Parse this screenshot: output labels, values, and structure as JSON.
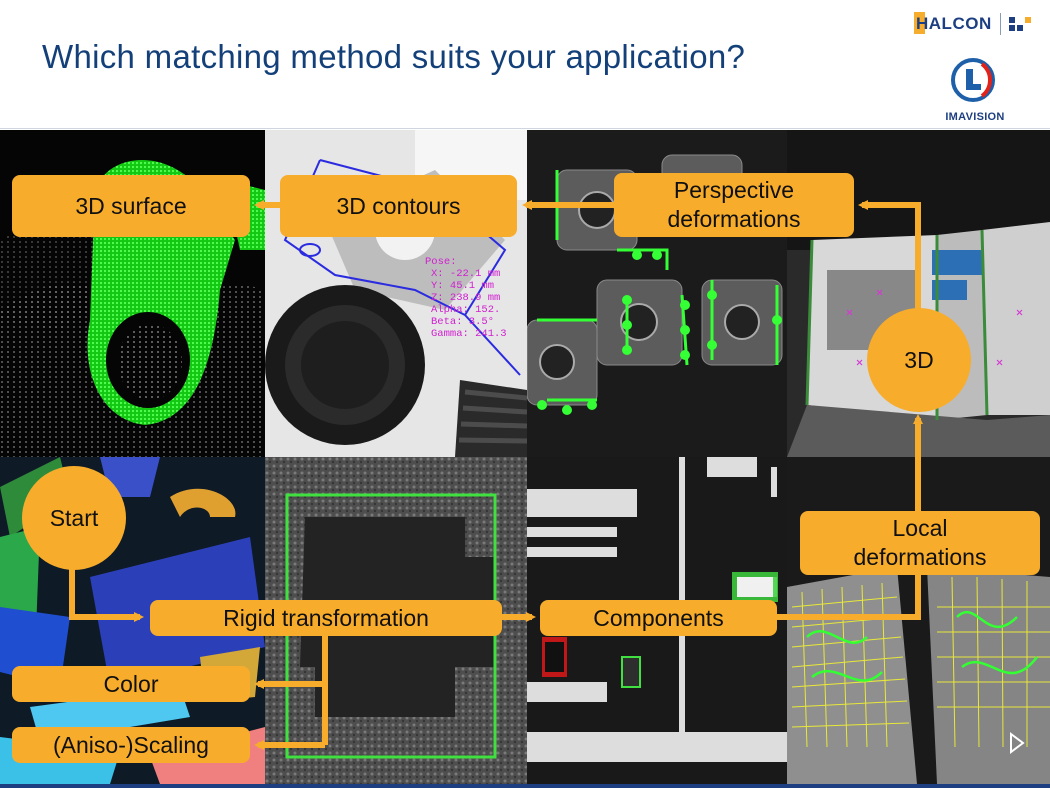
{
  "title": "Which matching method suits your application?",
  "logos": {
    "halcon": "HALCON",
    "imavision": "IMAVISION"
  },
  "colors": {
    "accent": "#f7ac2c",
    "title": "#14407a",
    "brand": "#1d3f82",
    "detection": "#2bff2b"
  },
  "photos": {
    "surface": "3D point cloud of a part with matched green points",
    "contours": "bright part with blue matched contour and pose readout",
    "perspective": "pump parts matched with green contours",
    "box3d": "printed box with matched model points",
    "color": "colorful plastic clips",
    "scaling": "grainy chip with green rectangle",
    "components": "circuit board with green matched component",
    "local": "cloth label with deformed green mesh"
  },
  "pose": {
    "header": "Pose:",
    "lines": [
      "X:  -22.1 mm",
      "Y:   45.1 mm",
      "Z:  238.9 mm",
      "Alpha: 152.",
      "Beta:   3.5°",
      "Gamma: 241.3"
    ]
  },
  "nodes": {
    "start": "Start",
    "rigid": "Rigid transformation",
    "components": "Components",
    "local": "Local\ndeformations",
    "three_d": "3D",
    "perspective": "Perspective\ndeformations",
    "contours3d": "3D contours",
    "surface3d": "3D surface",
    "color": "Color",
    "scaling": "(Aniso-)Scaling"
  },
  "icons": {
    "next": "next-slide-icon"
  }
}
